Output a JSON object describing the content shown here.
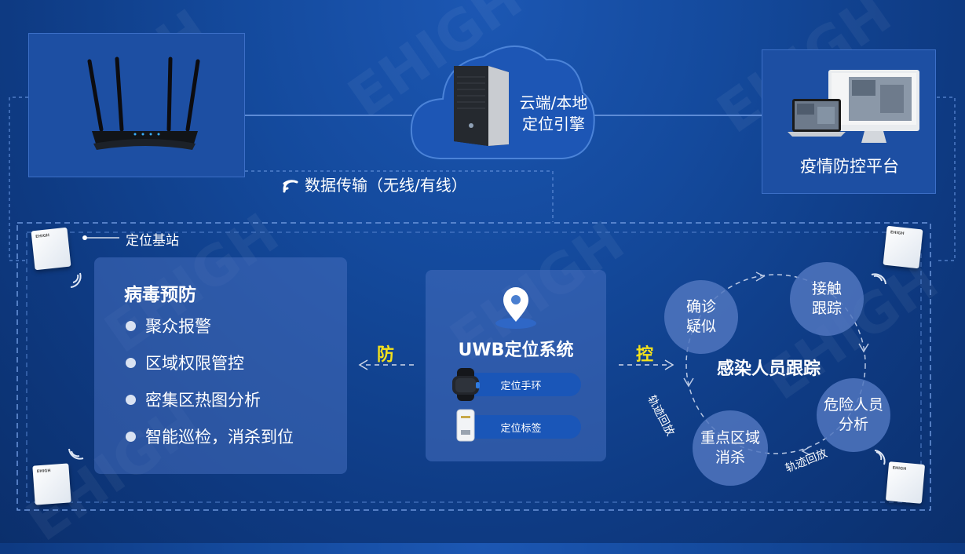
{
  "cloud": {
    "line1": "云端/本地",
    "line2": "定位引擎"
  },
  "transmission": {
    "label": "数据传输（无线/有线）"
  },
  "platform": {
    "label": "疫情防控平台"
  },
  "anchor": {
    "label": "定位基站",
    "logo": "EHIGH"
  },
  "prevention": {
    "title": "病毒预防",
    "items": [
      "聚众报警",
      "区域权限管控",
      "密集区热图分析",
      "智能巡检，消杀到位"
    ]
  },
  "arrows": {
    "left_label": "防",
    "right_label": "控"
  },
  "uwb": {
    "title": "UWB定位系统",
    "devices": [
      {
        "label": "定位手环",
        "icon": "wristband-icon"
      },
      {
        "label": "定位标签",
        "icon": "tag-card-icon"
      }
    ]
  },
  "tracking": {
    "center": "感染人员跟踪",
    "nodes": [
      {
        "line1": "确诊",
        "line2": "疑似"
      },
      {
        "line1": "接触",
        "line2": "跟踪"
      },
      {
        "line1": "危险人员",
        "line2": "分析"
      },
      {
        "line1": "重点区域",
        "line2": "消杀"
      }
    ],
    "loop_labels": [
      "轨迹回放",
      "轨迹回放"
    ]
  },
  "colors": {
    "accent_yellow": "#f3e11c",
    "pill_blue": "#1a56b8",
    "panel_blue": "#1d4fa3"
  }
}
